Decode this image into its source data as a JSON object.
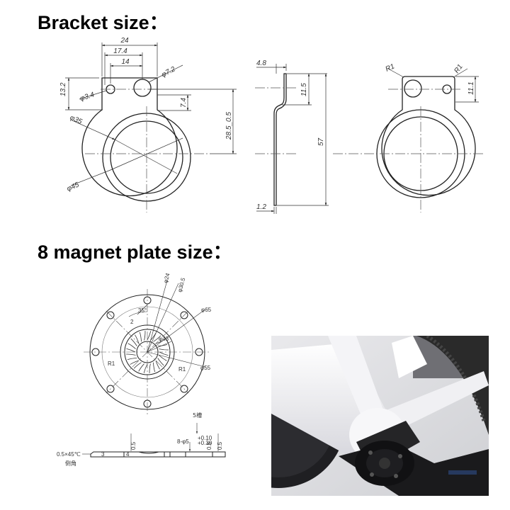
{
  "headings": {
    "bracket": "Bracket size：",
    "magnet_plate": "8 magnet plate size："
  },
  "bracket_dims": {
    "width_24": "24",
    "width_17_4": "17.4",
    "width_14": "14",
    "hole_7_2": "φ7.2",
    "hole_3_4": "φ3.4",
    "height_13_2": "13.2",
    "dim_7_4": "7.4",
    "height_28_5": "28.5_0.5",
    "inner_35": "φ35",
    "outer_45": "φ45"
  },
  "side_dims": {
    "offset_4_8": "4.8",
    "height_11_5": "11.5",
    "height_57": "57",
    "thick_1_2": "1.2"
  },
  "back_dims": {
    "radius_left": "R1",
    "radius_right": "R1",
    "height_11_1": "11.1"
  },
  "plate_dims": {
    "d24": "φ24",
    "d30_5": "φ30.5",
    "d65": "φ65",
    "d55": "φ55",
    "d43": "φ43",
    "angle_35": "35°",
    "dim_2": "2",
    "r1_left": "R1",
    "r1_right": "R1",
    "holes_label": "8-φ5",
    "tol_upper": "+0.10",
    "tol_lower": "+0.30",
    "count_5": "5槽",
    "dim_0_5a": "0.5",
    "dim_0_5b": "0.5",
    "chamfer": "0.5×45℃",
    "chamfer_cn": "倒角",
    "dim_3": "3",
    "dim_4": "4",
    "dim_0_5c": "0.5"
  },
  "colors": {
    "line": "#222222",
    "centerline": "#555555",
    "frame_white": "#f2f2f4",
    "crank_dark": "#1a1a1c",
    "tire": "#2a2a2a"
  },
  "icons": {
    "bracket_front": "bracket-front-view-drawing",
    "bracket_side": "bracket-side-view-drawing",
    "bracket_back": "bracket-back-view-drawing",
    "magnet_plate": "magnet-plate-drawing",
    "photo": "bike-bottom-bracket-photo"
  }
}
